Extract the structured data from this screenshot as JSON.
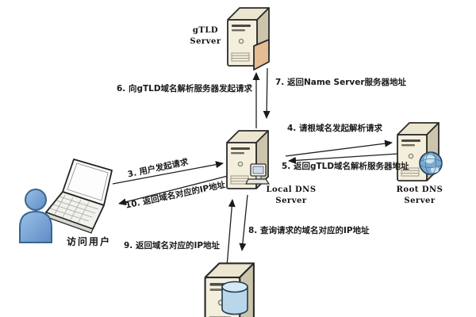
{
  "diagram": {
    "type": "dns-resolution-flow",
    "nodes": {
      "gtld_server": {
        "name_line1": "gTLD",
        "name_line2": "Server"
      },
      "local_dns": {
        "name_line1": "Local DNS",
        "name_line2": "Server"
      },
      "root_dns": {
        "name_line1": "Root DNS",
        "name_line2": "Server"
      },
      "user": {
        "name": "访问用户"
      }
    },
    "labels": {
      "step3": "3. 用户发起请求",
      "step4": "4. 请根域名发起解析请求",
      "step5": "5. 返回gTLD域名解析服务器地址",
      "step6": "6. 向gTLD域名解析服务器发起请求",
      "step7": "7. 返回Name Server服务器地址",
      "step8": "8. 查询请求的域名对应的IP地址",
      "step9": "9. 返回域名对应的IP地址",
      "step10": "10. 返回域名对应的IP地址"
    },
    "arrows": [
      {
        "step": 3,
        "from": "user",
        "to": "local_dns"
      },
      {
        "step": 4,
        "from": "local_dns",
        "to": "root_dns"
      },
      {
        "step": 5,
        "from": "root_dns",
        "to": "local_dns"
      },
      {
        "step": 6,
        "from": "local_dns",
        "to": "gtld_server"
      },
      {
        "step": 7,
        "from": "gtld_server",
        "to": "local_dns"
      },
      {
        "step": 8,
        "from": "local_dns",
        "to": "name_server"
      },
      {
        "step": 9,
        "from": "name_server",
        "to": "local_dns"
      },
      {
        "step": 10,
        "from": "local_dns",
        "to": "user"
      }
    ],
    "colors": {
      "background": "#ffffff",
      "arrow": "#1f1f1f",
      "server_front": "#f4eedd",
      "server_side": "#cdc5ab",
      "server_top": "#ece5cf",
      "gtld_door": "#e5bd92",
      "globe": "#79aacf",
      "database": "#b9d6ea",
      "person_blue": "#7fa8d8",
      "text": "#1a1a1a"
    }
  }
}
